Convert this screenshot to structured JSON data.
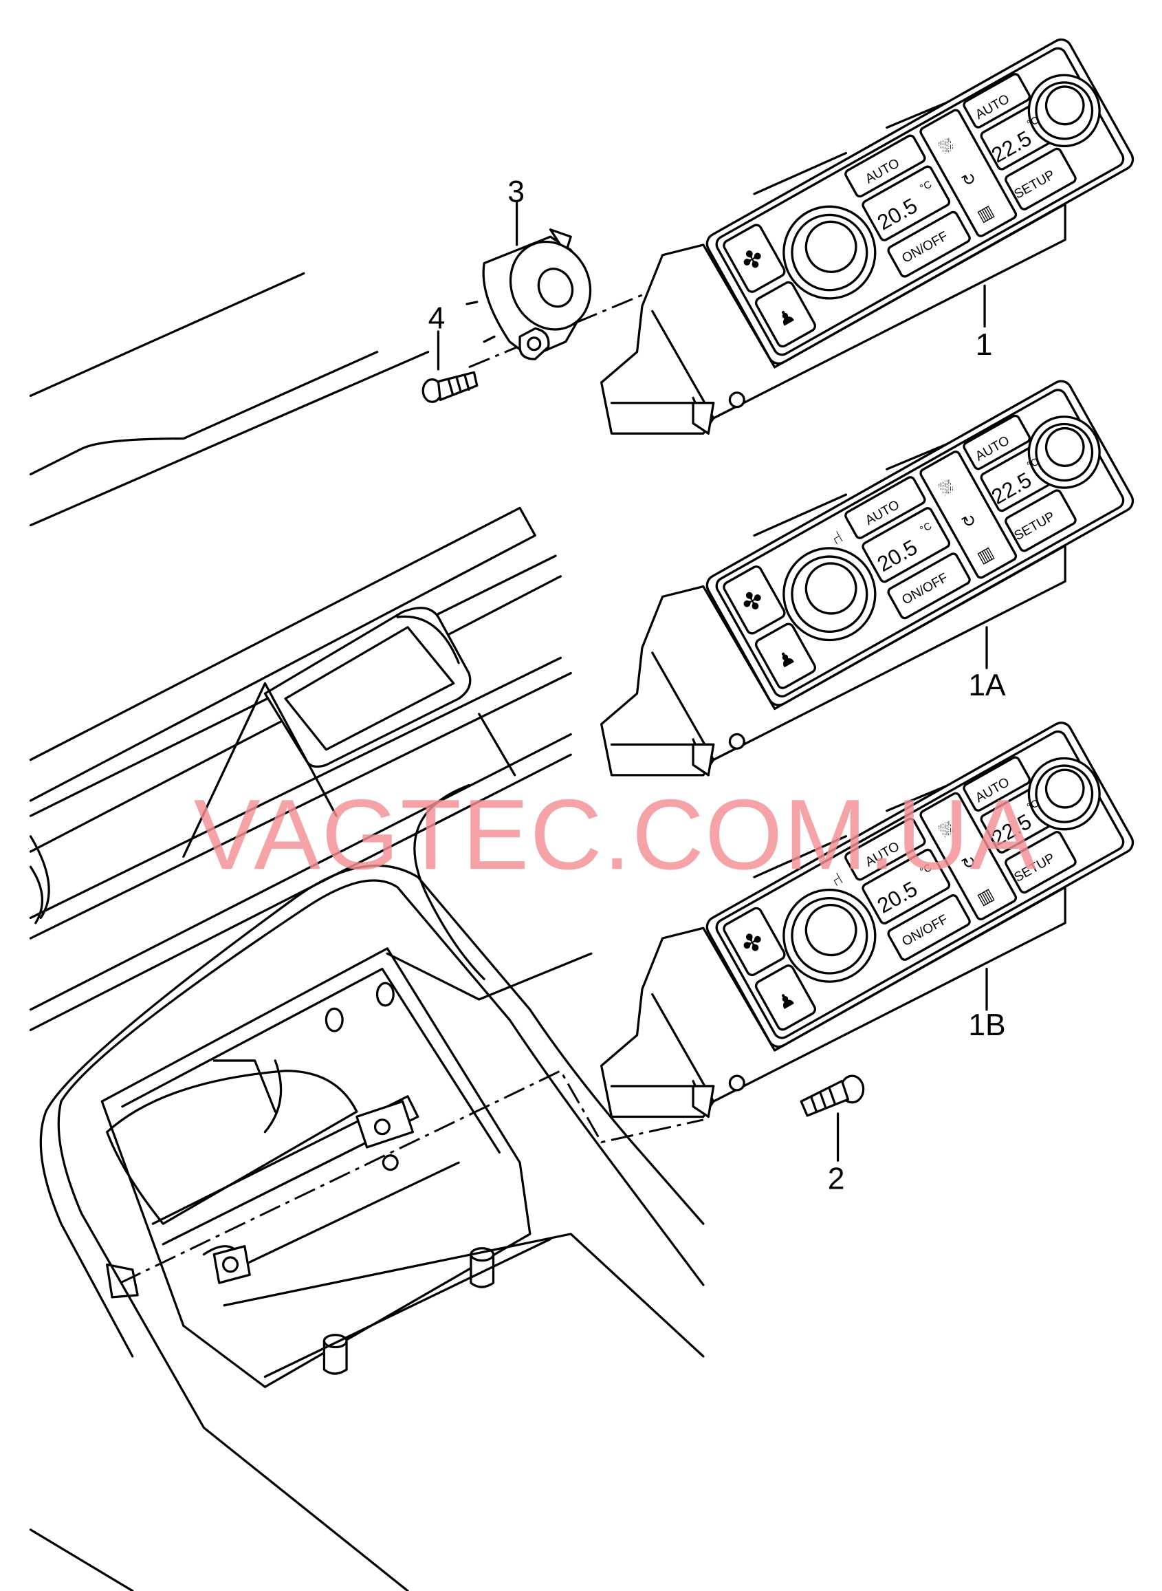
{
  "watermark": "VAGTEC.COM.UA",
  "callouts": {
    "p1": "1",
    "p1a": "1A",
    "p1b": "1B",
    "p2": "2",
    "p3": "3",
    "p4": "4"
  },
  "panel": {
    "auto_label": "AUTO",
    "onoff_label": "ON/OFF",
    "setup_label": "SETUP",
    "left_temp": "20.5",
    "right_temp": "22.5",
    "unit": "°C"
  }
}
